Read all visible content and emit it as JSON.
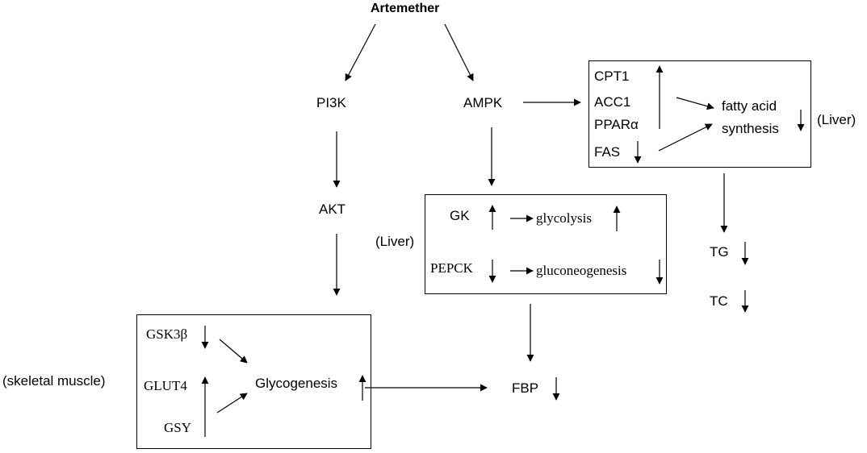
{
  "diagram": {
    "root": "Artemether",
    "pathway_left": [
      "PI3K",
      "AKT"
    ],
    "pathway_middle": "AMPK",
    "liver_lipid_box": {
      "items": [
        "CPT1",
        "ACC1",
        "PPARα",
        "FAS"
      ],
      "outcome_line1": "fatty acid",
      "outcome_line2": "synthesis",
      "tissue": "(Liver)"
    },
    "liver_glucose_box": {
      "tissue": "(Liver)",
      "gk": "GK",
      "glycolysis": "glycolysis",
      "pepck": "PEPCK",
      "gluconeogenesis": "gluconeogenesis"
    },
    "muscle_box": {
      "tissue": "(skeletal muscle)",
      "gsk3b": "GSK3β",
      "glut4": "GLUT4",
      "gsy": "GSY",
      "outcome": "Glycogenesis"
    },
    "lipids": [
      "TG",
      "TC"
    ],
    "fbp": "FBP"
  }
}
